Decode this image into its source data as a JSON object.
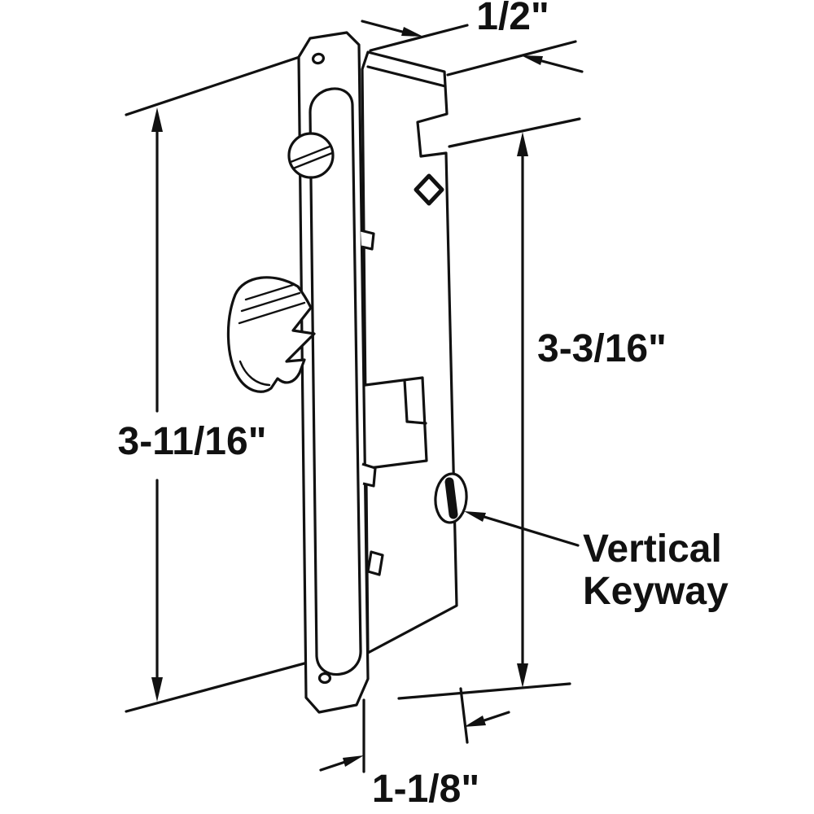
{
  "diagram": {
    "labels": {
      "dim_top": "1/2\"",
      "dim_left": "3-11/16\"",
      "dim_right": "3-3/16\"",
      "dim_bottom": "1-1/8\"",
      "keyway_1": "Vertical",
      "keyway_2": "Keyway"
    },
    "colors": {
      "line": "#111111",
      "background": "#ffffff"
    }
  }
}
